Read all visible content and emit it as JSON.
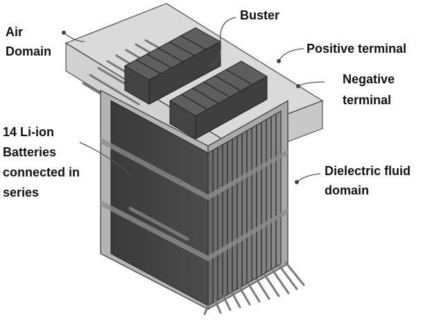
{
  "labels": {
    "air_domain": [
      "Air",
      "Domain"
    ],
    "buster": "Buster",
    "positive_terminal": "Positive terminal",
    "negative_terminal": [
      "Negative",
      "terminal"
    ],
    "batteries": [
      "14 Li-ion",
      "Batteries",
      "connected in",
      "series"
    ],
    "dielectric_fluid_domain": [
      "Dielectric fluid",
      "domain"
    ]
  },
  "battery_count": 14,
  "colors": {
    "cell_dark": "#3d3d3d",
    "cell_face": "#4a4a4a",
    "enclosure": "#bdbdbd",
    "busbar": "#555555"
  }
}
